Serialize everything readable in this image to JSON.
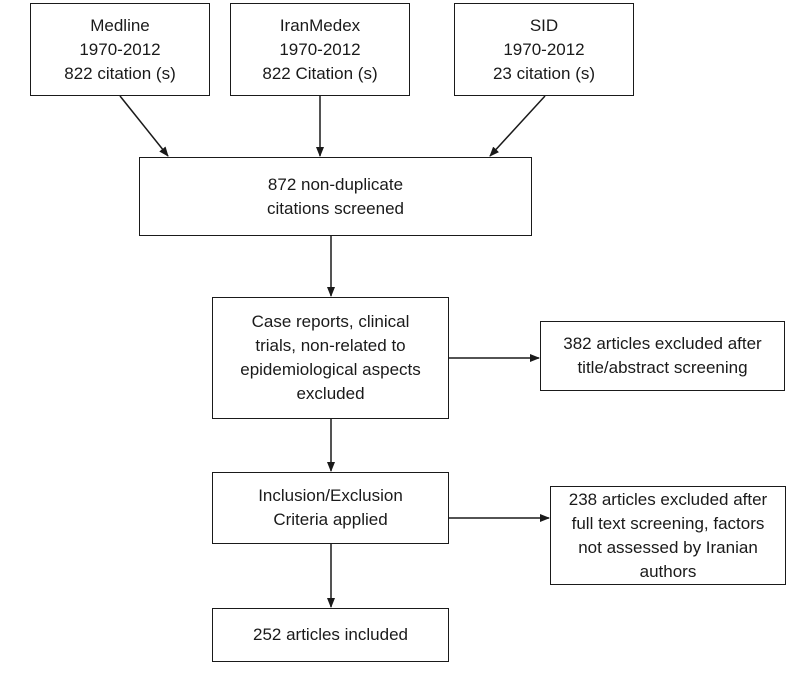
{
  "sources": [
    {
      "lines": [
        "Medline",
        "1970-2012",
        "822 citation (s)"
      ]
    },
    {
      "lines": [
        "IranMedex",
        "1970-2012",
        "822 Citation (s)"
      ]
    },
    {
      "lines": [
        "SID",
        "1970-2012",
        "23 citation (s)"
      ]
    }
  ],
  "steps": {
    "nondup": {
      "lines": [
        "872 non-duplicate",
        "citations screened"
      ]
    },
    "case": {
      "lines": [
        "Case reports, clinical",
        "trials, non-related to",
        "epidemiological aspects",
        "excluded"
      ]
    },
    "excl1": {
      "lines": [
        "382 articles excluded after",
        "title/abstract screening"
      ]
    },
    "incl": {
      "lines": [
        "Inclusion/Exclusion",
        "Criteria applied"
      ]
    },
    "excl2": {
      "lines": [
        "238 articles excluded after",
        "full text screening, factors",
        "not assessed by Iranian",
        "authors"
      ]
    },
    "included": {
      "lines": [
        "252 articles included"
      ]
    }
  },
  "colors": {
    "stroke": "#1a1a1a",
    "background": "#ffffff"
  }
}
